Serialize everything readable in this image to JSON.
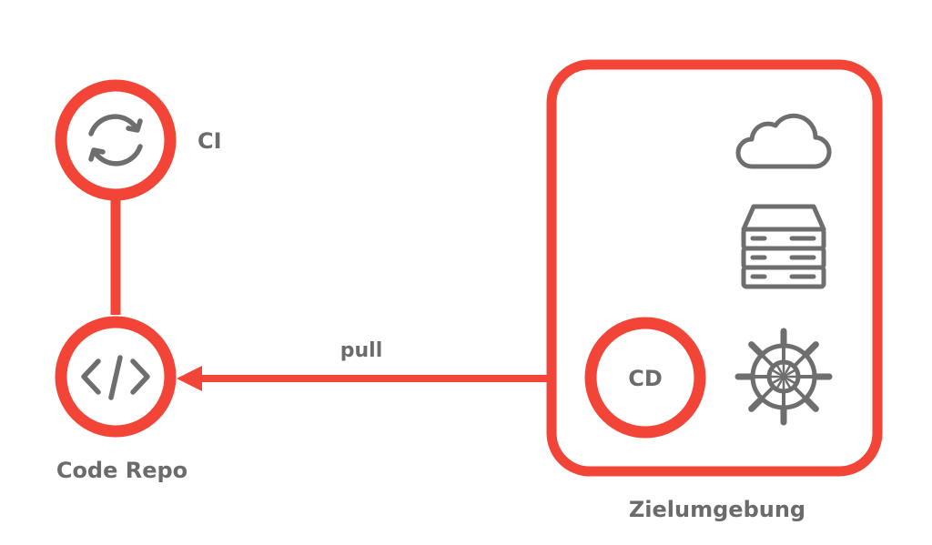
{
  "colors": {
    "accent": "#f24437",
    "label": "#6b6b6b",
    "icon": "#6e6e6e",
    "background": "#ffffff"
  },
  "nodes": {
    "ci": {
      "label": "CI",
      "icon": "refresh-icon"
    },
    "code_repo": {
      "label": "Code Repo",
      "icon": "code-icon"
    },
    "cd": {
      "label": "CD"
    }
  },
  "target_environment": {
    "label": "Zielumgebung",
    "icons": [
      "cloud-icon",
      "server-stack-icon",
      "ship-wheel-icon"
    ]
  },
  "edges": {
    "ci_to_repo": {
      "label": ""
    },
    "pull": {
      "label": "pull"
    }
  }
}
